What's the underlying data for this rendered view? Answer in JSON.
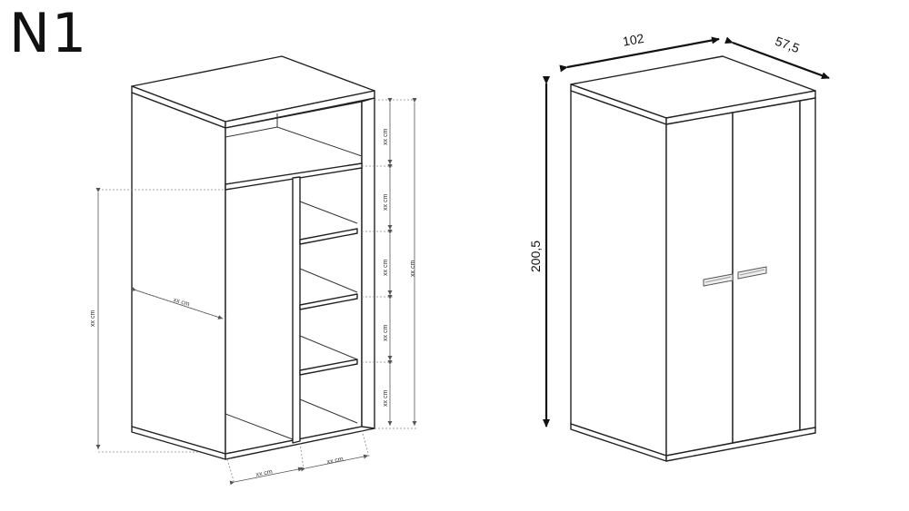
{
  "title": "N1",
  "left_diagram": {
    "unit_label": "xx cm"
  },
  "right_diagram": {
    "width": "102",
    "depth": "57,5",
    "height": "200,5"
  }
}
